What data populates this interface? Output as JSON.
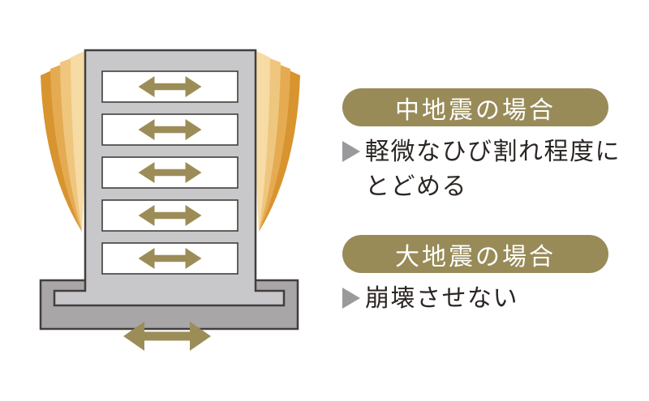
{
  "illustration": {
    "name": "earthquake-resistant-building-diagram",
    "floors": 5,
    "floor_arrow_icon": "horizontal-double-arrow",
    "ground_arrow_icon": "horizontal-double-arrow",
    "sway_motion_icon": "fan-motion-trails",
    "colors": {
      "tower_fill": "#c8c7c9",
      "base_fill": "#a8a6a7",
      "outline": "#433e3d",
      "panel_fill": "#ffffff",
      "arrow_gold": "#9c8d58",
      "fan_colors": [
        "#d8942f",
        "#e5ab52",
        "#efc67e",
        "#f6dba4"
      ]
    }
  },
  "sections": [
    {
      "badge": "中地震の場合",
      "lines": [
        "軽微なひび割れ程度に",
        "とどめる"
      ]
    },
    {
      "badge": "大地震の場合",
      "lines": [
        "崩壊させない"
      ]
    }
  ],
  "colors": {
    "badge_bg": "#988b58",
    "badge_text": "#ffffff",
    "body_text": "#2b2523",
    "pointer_gray": "#9a9a9c",
    "background": "#ffffff"
  }
}
